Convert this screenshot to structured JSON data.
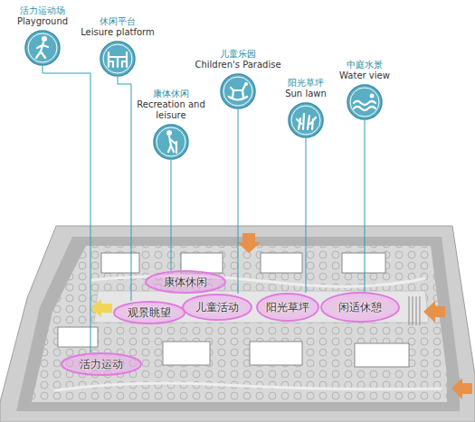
{
  "diagram": {
    "nodes": [
      {
        "text": [
          "活力运动场",
          "Playground"
        ]
      },
      {
        "text": [
          "休闲平台",
          "Leisure platform"
        ]
      },
      {
        "text": [
          "康体休闲",
          "Recreation and leisure"
        ]
      },
      {
        "text": [
          "儿童乐园",
          "Children's Paradise"
        ]
      },
      {
        "text": [
          "阳光草坪",
          "Sun lawn"
        ]
      },
      {
        "text": [
          "中庭水景",
          "Water view"
        ]
      },
      {
        "text": [
          "康体休闲"
        ]
      },
      {
        "text": [
          "观景眺望"
        ]
      },
      {
        "text": [
          "儿童活动"
        ]
      },
      {
        "text": [
          "阳光草坪"
        ]
      },
      {
        "text": [
          "闲适休憩"
        ]
      },
      {
        "text": [
          "活力运动"
        ]
      }
    ],
    "edges": [
      {
        "from": 0,
        "to": 11,
        "arrow": "none"
      },
      {
        "from": 1,
        "to": 7,
        "arrow": "none"
      },
      {
        "from": 2,
        "to": 6,
        "arrow": "none"
      },
      {
        "from": 3,
        "to": 8,
        "arrow": "none"
      },
      {
        "from": 4,
        "to": 9,
        "arrow": "none"
      },
      {
        "from": 5,
        "to": 10,
        "arrow": "none"
      }
    ]
  }
}
